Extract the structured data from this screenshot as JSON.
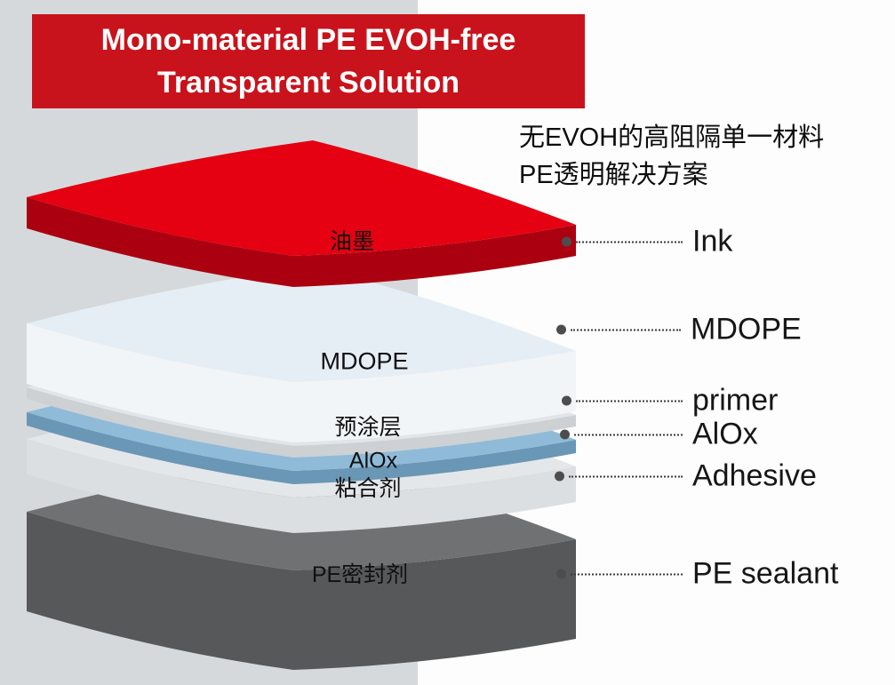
{
  "title": {
    "line1": "Mono-material PE EVOH-free",
    "line2": "Transparent Solution",
    "bg_color": "#c9131c",
    "text_color": "#ffffff"
  },
  "subtitle": {
    "line1": "无EVOH的高阻隔单一材料",
    "line2": "PE透明解决方案"
  },
  "diagram": {
    "layers": [
      {
        "id": "ink",
        "label_on_layer": "油墨",
        "label_callout": "Ink",
        "top_color": "#e50012",
        "front_color": "#ab0010"
      },
      {
        "id": "mdope",
        "label_on_layer": "MDOPE",
        "label_callout": "MDOPE",
        "top_color": "#e6eef5",
        "front_color": "#f2f5f7"
      },
      {
        "id": "primer",
        "label_on_layer": "预涂层",
        "label_callout": "primer",
        "top_color": "#e2e5e8",
        "front_color": "#cdd1d4"
      },
      {
        "id": "alox",
        "label_on_layer": "AlOx",
        "label_callout": "AlOx",
        "top_color": "#8fbbd9",
        "front_color": "#6a97b5"
      },
      {
        "id": "adhesive",
        "label_on_layer": "粘合剂",
        "label_callout": "Adhesive",
        "top_color": "#e4e7e9",
        "front_color": "#dcdfe1"
      },
      {
        "id": "pe_sealant",
        "label_on_layer": "PE密封剂",
        "label_callout": "PE sealant",
        "top_color": "#6f7173",
        "front_color": "#56585a"
      }
    ]
  }
}
